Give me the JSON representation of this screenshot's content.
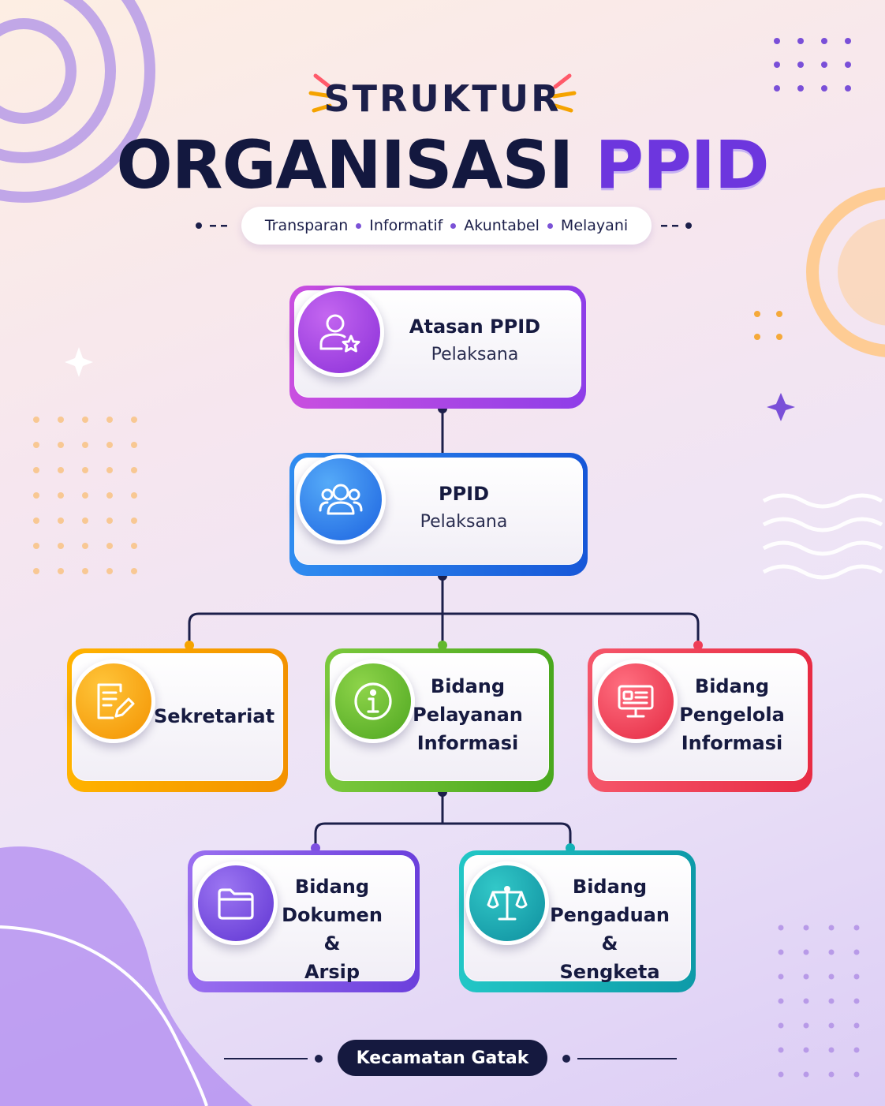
{
  "header": {
    "title_line1": "STRUKTUR",
    "title_line2_main": "ORGANISASI",
    "title_line2_accent": "PPID",
    "tagline": [
      "Transparan",
      "Informatif",
      "Akuntabel",
      "Melayani"
    ]
  },
  "nodes": {
    "atasan": {
      "title": "Atasan PPID",
      "subtitle": "Pelaksana",
      "icon": "person-star-icon",
      "color": "#a43ee0"
    },
    "ppid": {
      "title": "PPID",
      "subtitle": "Pelaksana",
      "icon": "users-group-icon",
      "color": "#1f6fe6"
    },
    "sekretariat": {
      "title": "Sekretariat",
      "icon": "document-edit-icon",
      "color": "#f5a300"
    },
    "pelayanan": {
      "line1": "Bidang",
      "line2": "Pelayanan",
      "line3": "Informasi",
      "icon": "info-icon",
      "color": "#62b82e"
    },
    "pengelola": {
      "line1": "Bidang",
      "line2": "Pengelola",
      "line3": "Informasi",
      "icon": "monitor-icon",
      "color": "#ee3d56"
    },
    "dokumen": {
      "line1": "Bidang",
      "line2": "Dokumen &",
      "line3": "Arsip",
      "icon": "folder-icon",
      "color": "#7d4fe0"
    },
    "pengaduan": {
      "line1": "Bidang",
      "line2": "Pengaduan &",
      "line3": "Sengketa",
      "icon": "scale-icon",
      "color": "#13b1b6"
    }
  },
  "footer": {
    "label": "Kecamatan Gatak"
  }
}
